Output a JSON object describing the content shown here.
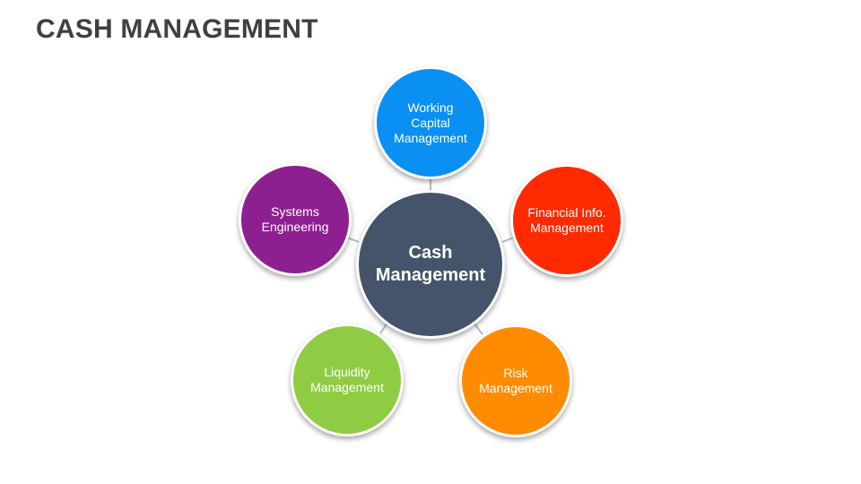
{
  "title": "CASH MANAGEMENT",
  "center": {
    "label": "Cash\nManagement",
    "color": "#44546a"
  },
  "nodes": [
    {
      "label": "Working\nCapital\nManagement",
      "color": "#0a8ff2"
    },
    {
      "label": "Financial Info.\nManagement",
      "color": "#ff2a00"
    },
    {
      "label": "Risk\nManagement",
      "color": "#ff8c00"
    },
    {
      "label": "Liquidity\nManagement",
      "color": "#8fcc44"
    },
    {
      "label": "Systems\nEngineering",
      "color": "#8e1f91"
    }
  ]
}
